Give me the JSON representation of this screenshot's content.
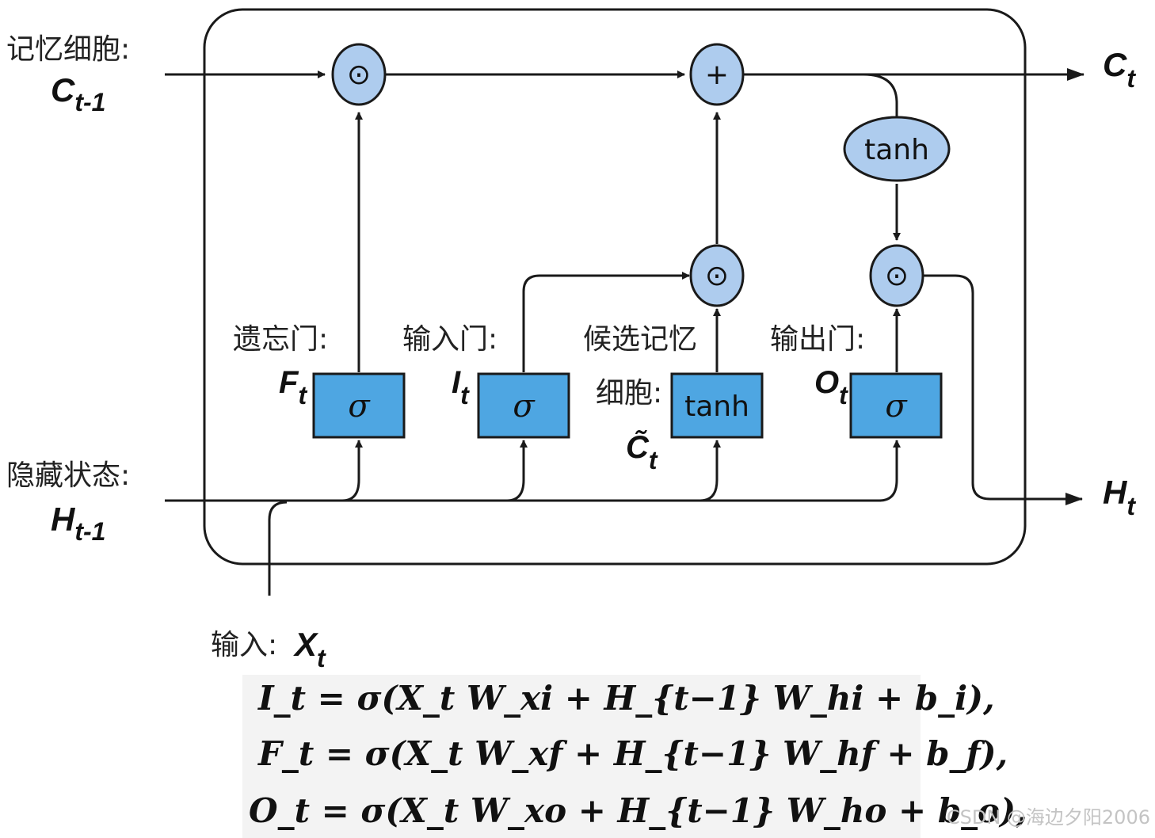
{
  "labels": {
    "memory_cell": "记忆细胞:",
    "hidden_state": "隐藏状态:",
    "forget_gate": "遗忘门:",
    "input_gate": "输入门:",
    "candidate_line1": "候选记忆",
    "candidate_line2": "细胞:",
    "output_gate": "输出门:",
    "input": "输入:"
  },
  "symbols": {
    "c_prev": "C",
    "c_prev_sub": "t-1",
    "h_prev": "H",
    "h_prev_sub": "t-1",
    "c_out": "C",
    "c_out_sub": "t",
    "h_out": "H",
    "h_out_sub": "t",
    "f": "F",
    "f_sub": "t",
    "i": "I",
    "i_sub": "t",
    "o": "O",
    "o_sub": "t",
    "c_tilde": "C̃",
    "c_tilde_sub": "t",
    "x": "X",
    "x_sub": "t"
  },
  "nodes": {
    "multiply_op": "⊙",
    "add_op": "+",
    "sigma": "σ",
    "tanh": "tanh"
  },
  "formulas": [
    "I_t = σ(X_t W_xi + H_{t−1} W_hi + b_i),",
    "F_t = σ(X_t W_xf + H_{t−1} W_hf + b_f),",
    "O_t = σ(X_t W_xo + H_{t−1} W_ho + b_o),"
  ],
  "colors": {
    "node_fill": "#aeccee",
    "gate_fill": "#4ea6e2",
    "line": "#1a1a1a"
  },
  "watermark": "CSDN @海边夕阳2006"
}
